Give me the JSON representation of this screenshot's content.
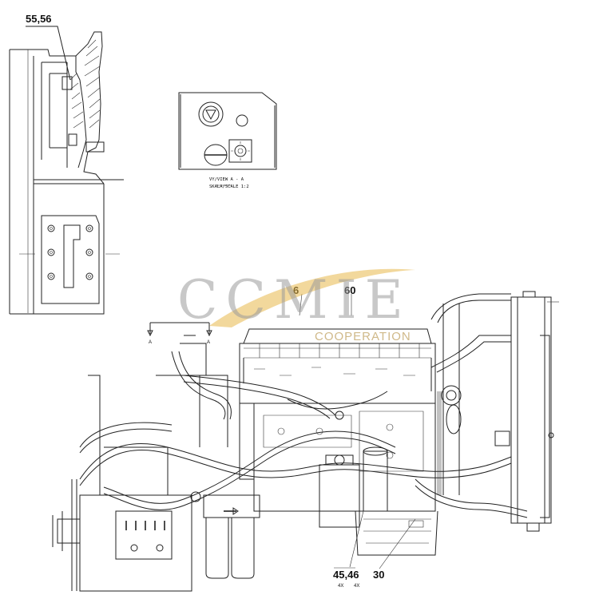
{
  "callouts": {
    "c_55_56": "55,56",
    "c_6": "6",
    "c_60": "60",
    "c_45_46": "45,46",
    "c_30": "30",
    "c_4x_a": "4X",
    "c_4x_b": "4X"
  },
  "view_label": {
    "line1": "VY/VIEW A - A",
    "line2": "SKALA/SCALE 1:2"
  },
  "section_marks": {
    "left": "A",
    "right": "A"
  },
  "watermark": {
    "main": "CCMIE",
    "sub": "COOPERATION",
    "colors": {
      "main": "#9a9a9a",
      "swoosh": "#e8b84a"
    }
  }
}
